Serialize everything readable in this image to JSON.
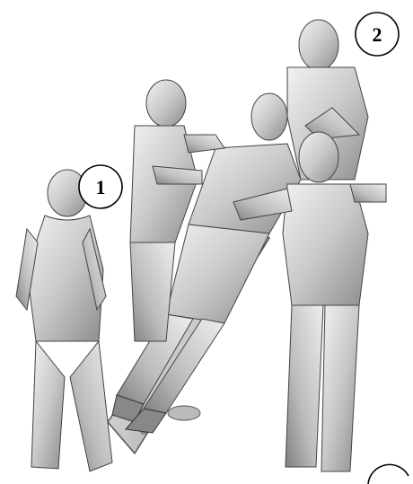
{
  "figure": {
    "description_callouts": [
      {
        "id": "1",
        "label": "1"
      },
      {
        "id": "2",
        "label": "2"
      }
    ],
    "colors": {
      "background": "#ffffff",
      "figure_light": "#e6e6e6",
      "figure_mid": "#bdbdbd",
      "figure_dark": "#7a7a7a",
      "outline": "#3c3c3c"
    }
  }
}
